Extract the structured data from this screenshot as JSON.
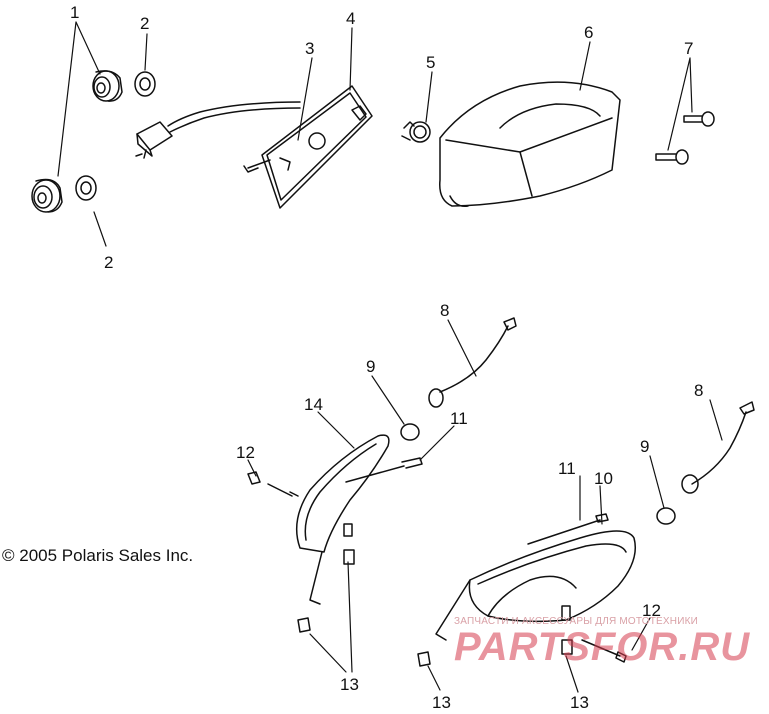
{
  "copyright": "© 2005 Polaris Sales Inc.",
  "watermark": {
    "caption": "ЗАПЧАСТИ И АКСЕССУАРЫ ДЛЯ МОТОТЕХНИКИ",
    "brand": "PARTSFOR.RU"
  },
  "callouts": {
    "c1": "1",
    "c2a": "2",
    "c2b": "2",
    "c3": "3",
    "c4": "4",
    "c5": "5",
    "c6": "6",
    "c7": "7",
    "c8a": "8",
    "c8b": "8",
    "c9a": "9",
    "c9b": "9",
    "c10": "10",
    "c11a": "11",
    "c11b": "11",
    "c12a": "12",
    "c12b": "12",
    "c13a": "13",
    "c13b": "13",
    "c14": "14"
  },
  "colors": {
    "line": "#111111",
    "watermark": "#d63c4e"
  }
}
